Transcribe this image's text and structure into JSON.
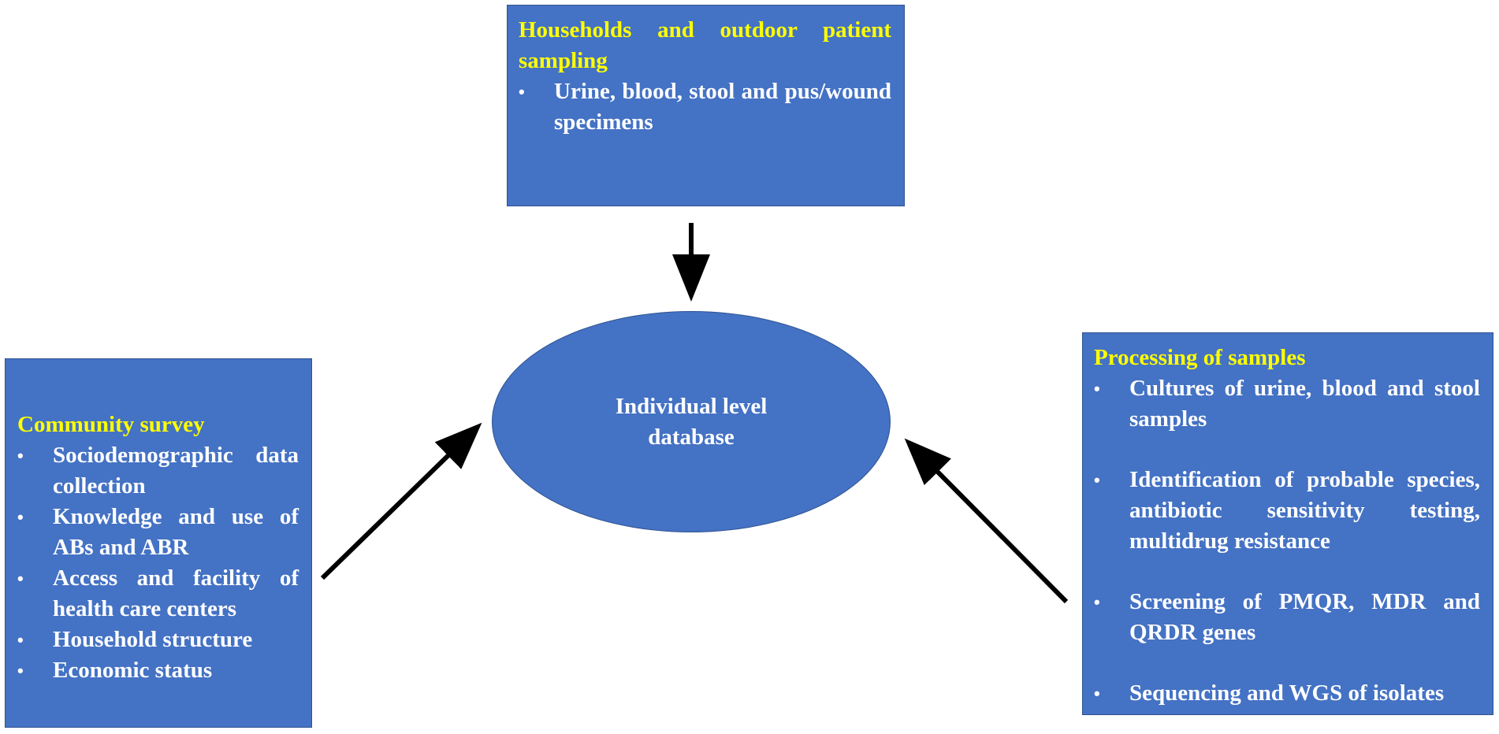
{
  "top_box": {
    "title": "Households and outdoor patient sampling",
    "items": [
      "Urine, blood, stool and pus/wound specimens"
    ]
  },
  "center": {
    "label": "Individual level database"
  },
  "left_box": {
    "title": "Community survey",
    "items": [
      "Sociodemographic data collection",
      "Knowledge and use of ABs and ABR",
      "Access and facility of health care centers",
      "Household structure",
      "Economic status"
    ]
  },
  "right_box": {
    "title": "Processing of samples",
    "items": [
      "Cultures of urine, blood and stool samples",
      "Identification of probable species, antibiotic sensitivity testing, multidrug resistance",
      "Screening of PMQR, MDR and QRDR genes",
      "Sequencing and WGS of isolates"
    ]
  },
  "colors": {
    "box_fill": "#4472c4",
    "box_border": "#2f528f",
    "title_text": "#ffff00",
    "body_text": "#ffffff",
    "arrow": "#000000"
  }
}
